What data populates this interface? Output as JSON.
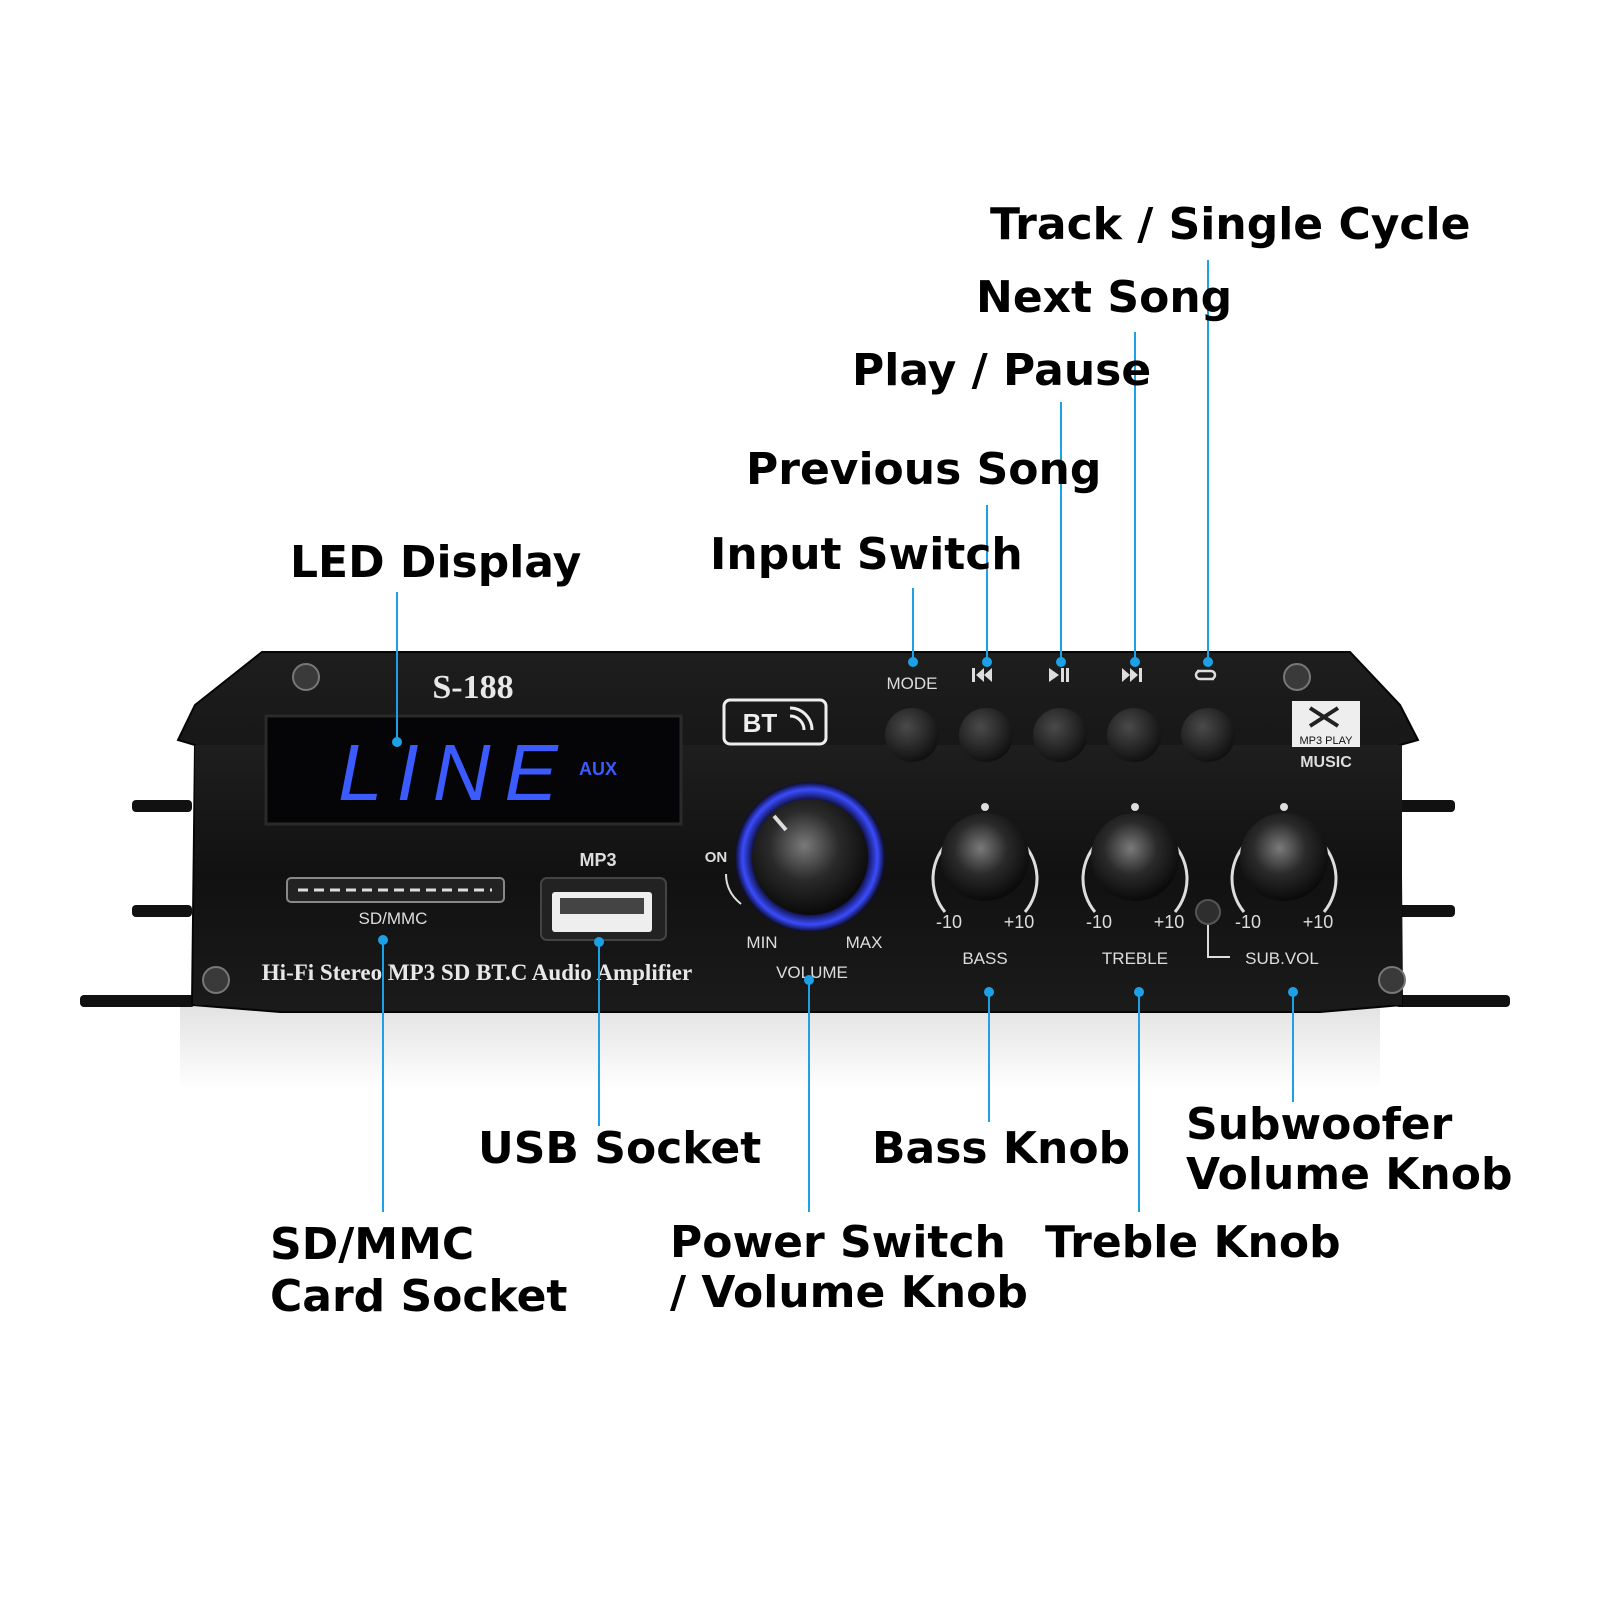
{
  "device": {
    "model": "S-188",
    "subtitle": "Hi-Fi Stereo MP3 SD BT.C Audio Amplifier",
    "bt_badge": "BT",
    "display_text": "LINE",
    "display_aux": "AUX",
    "mp3_label": "MP3",
    "sd_label": "SD/MMC",
    "on_label": "ON",
    "min_label": "MIN",
    "max_label": "MAX",
    "volume_label": "VOLUME",
    "mode_label": "MODE",
    "mp3play_logo": "MP3 PLAY",
    "music_label": "MUSIC",
    "bass_label": "BASS",
    "treble_label": "TREBLE",
    "subvol_label": "SUB.VOL",
    "minus10": "-10",
    "plus10": "+10"
  },
  "callouts": {
    "track_cycle": "Track / Single Cycle",
    "next_song": "Next Song",
    "play_pause": "Play / Pause",
    "previous_song": "Previous Song",
    "input_switch": "Input Switch",
    "led_display": "LED Display",
    "usb_socket": "USB Socket",
    "bass_knob": "Bass Knob",
    "subwoofer_1": "Subwoofer",
    "subwoofer_2": "Volume Knob",
    "sd_card_1": "SD/MMC",
    "sd_card_2": "Card Socket",
    "power_1": "Power Switch",
    "power_2": "/ Volume Knob",
    "treble_knob": "Treble Knob"
  },
  "colors": {
    "accent_line": "#1da1e6",
    "display_blue": "#3b5bff",
    "panel": "#141414"
  }
}
